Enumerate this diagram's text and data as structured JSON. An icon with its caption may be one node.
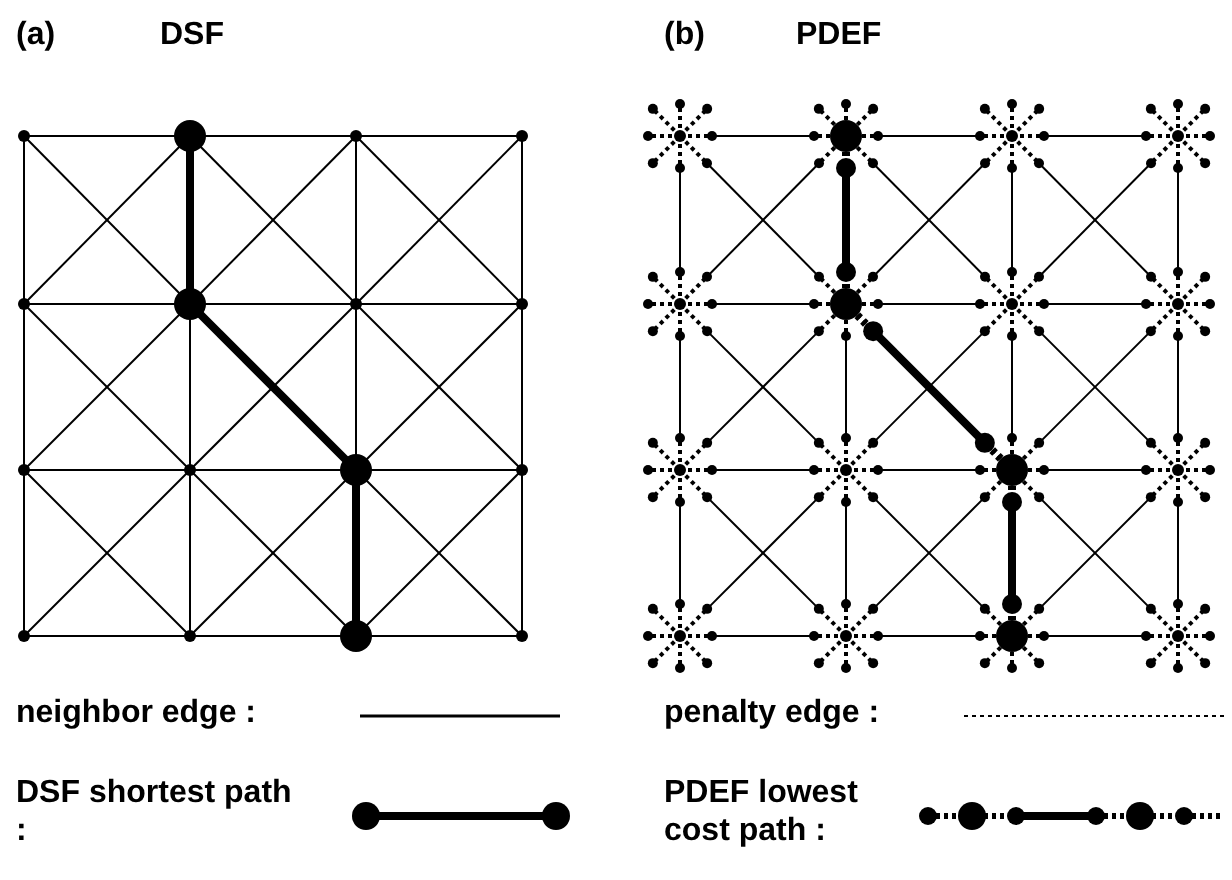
{
  "diagram": {
    "labels": [
      "(a)",
      "DSF",
      "(b)",
      "PDEF"
    ],
    "legend": [
      {
        "text": "neighbor edge :"
      },
      {
        "text": "penalty edge :"
      },
      {
        "text": "DSF shortest path :"
      },
      {
        "text": "PDEF lowest cost path :"
      }
    ]
  }
}
